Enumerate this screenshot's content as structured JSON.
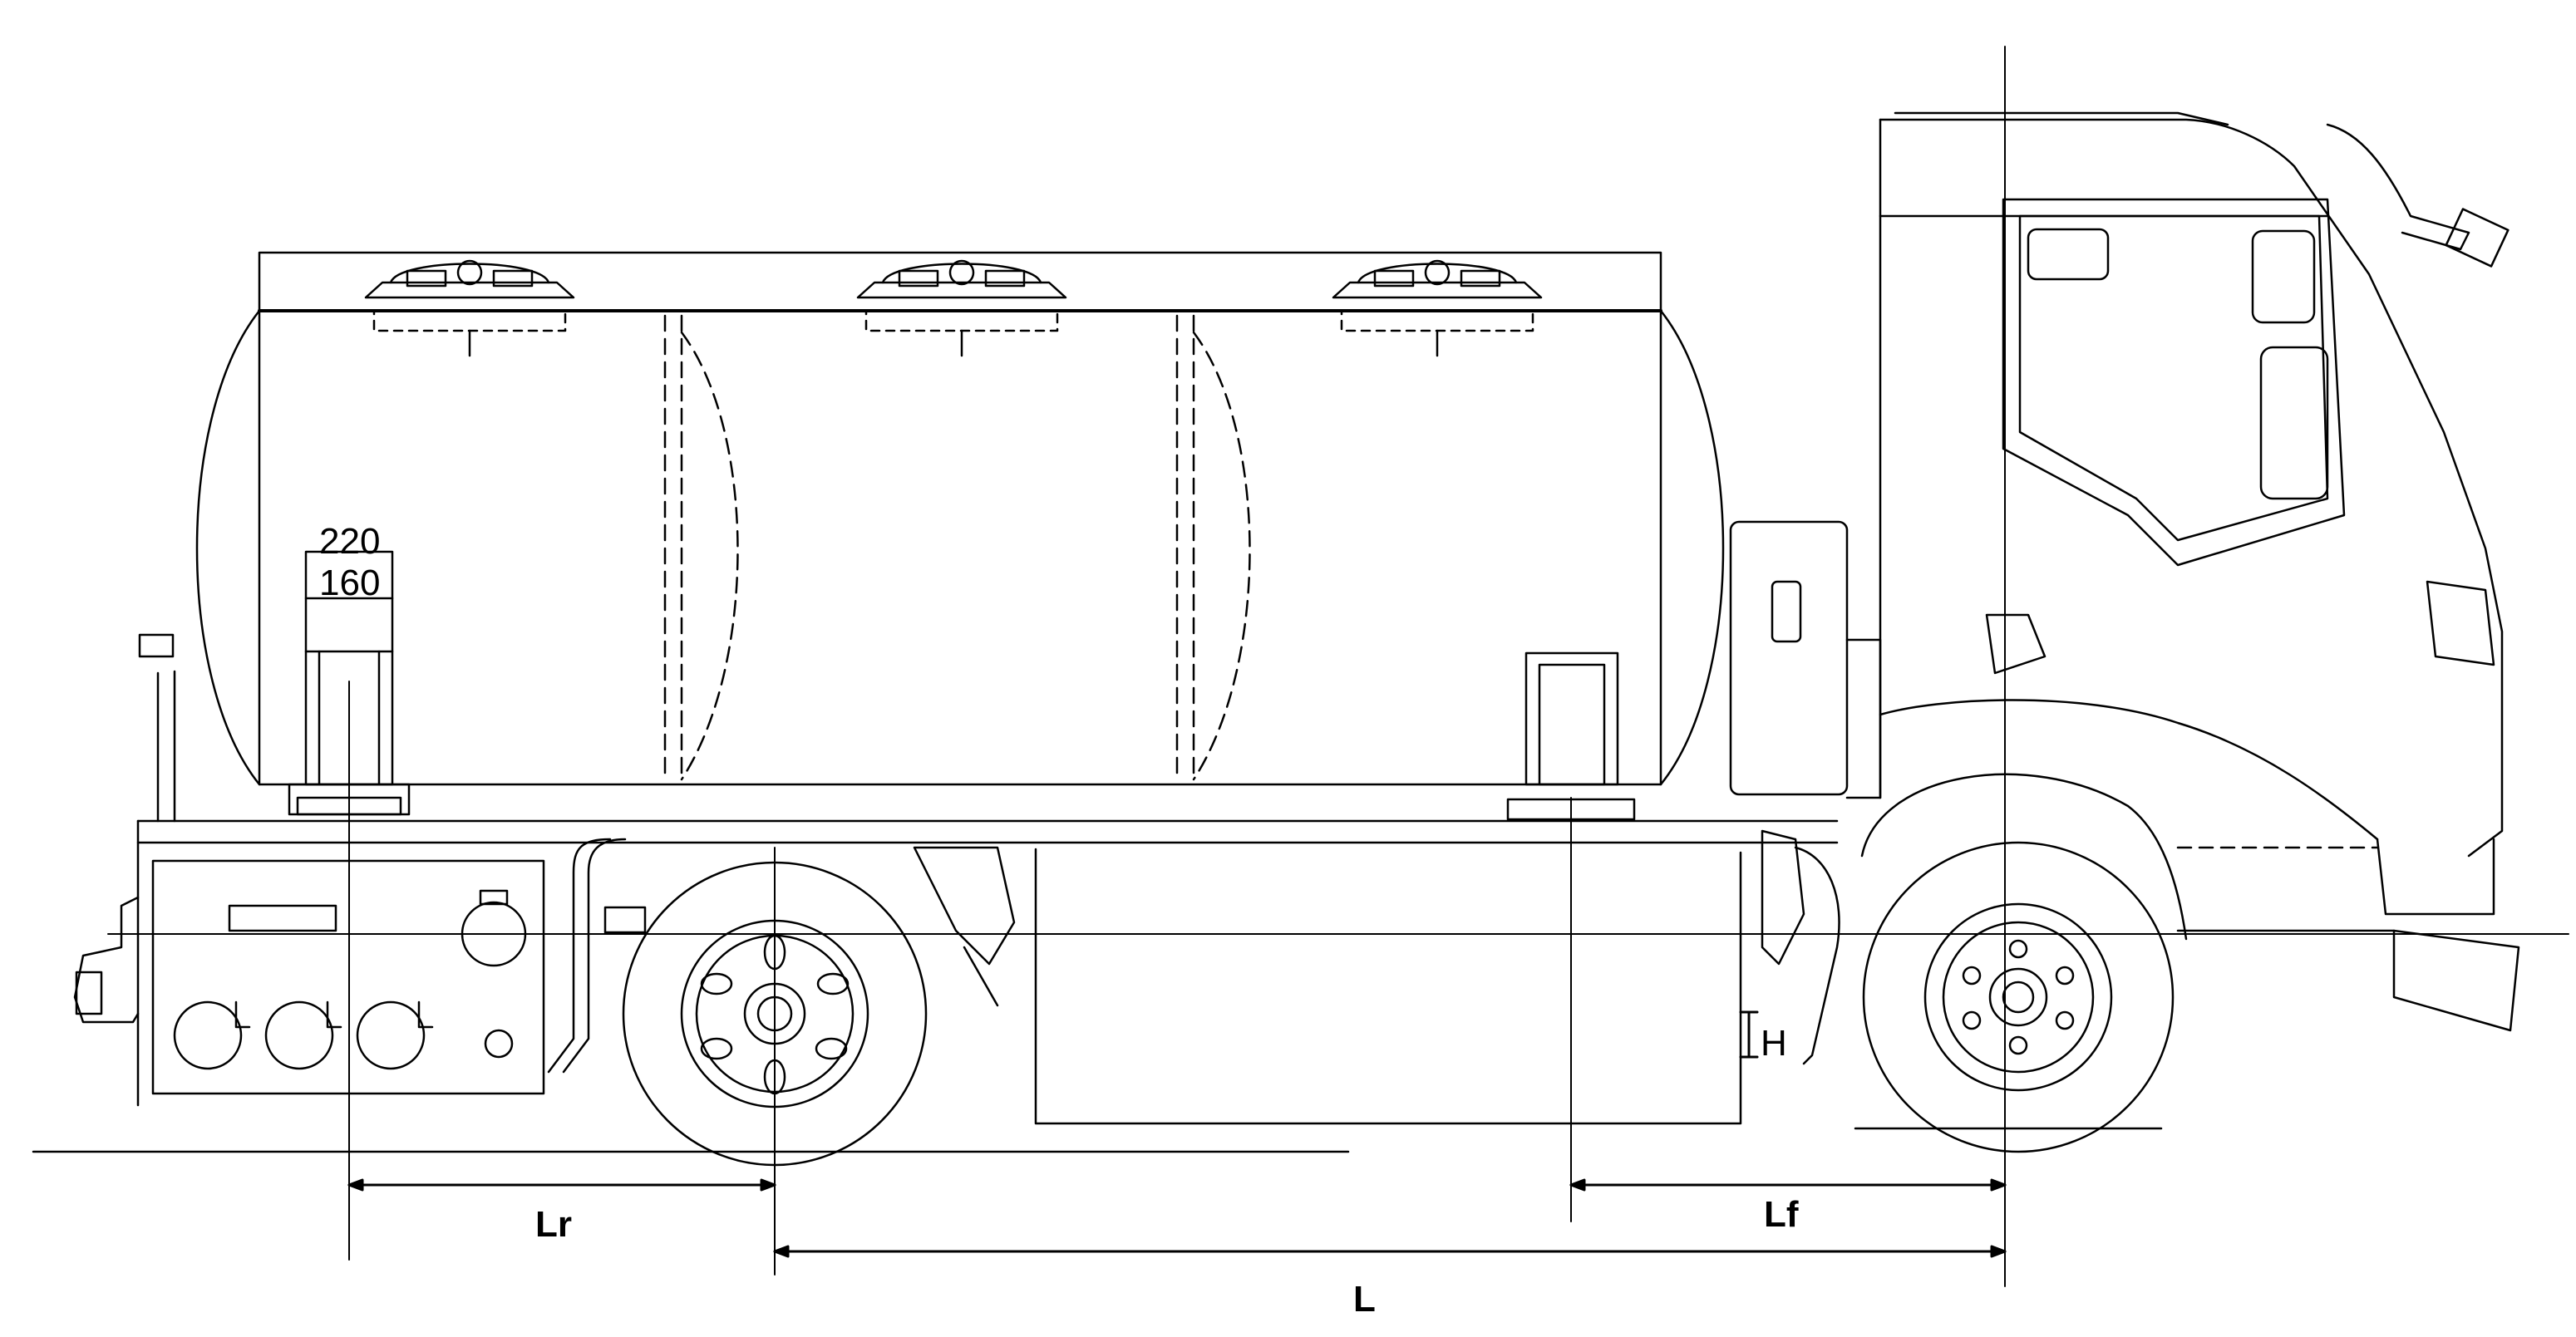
{
  "labels": {
    "upper_height": "220",
    "lower_height": "160",
    "dim_rear": "Lr",
    "dim_front": "Lf",
    "dim_wheelbase": "L",
    "h_marker": "H"
  },
  "colors": {
    "line": "#000000",
    "background": "#ffffff"
  }
}
